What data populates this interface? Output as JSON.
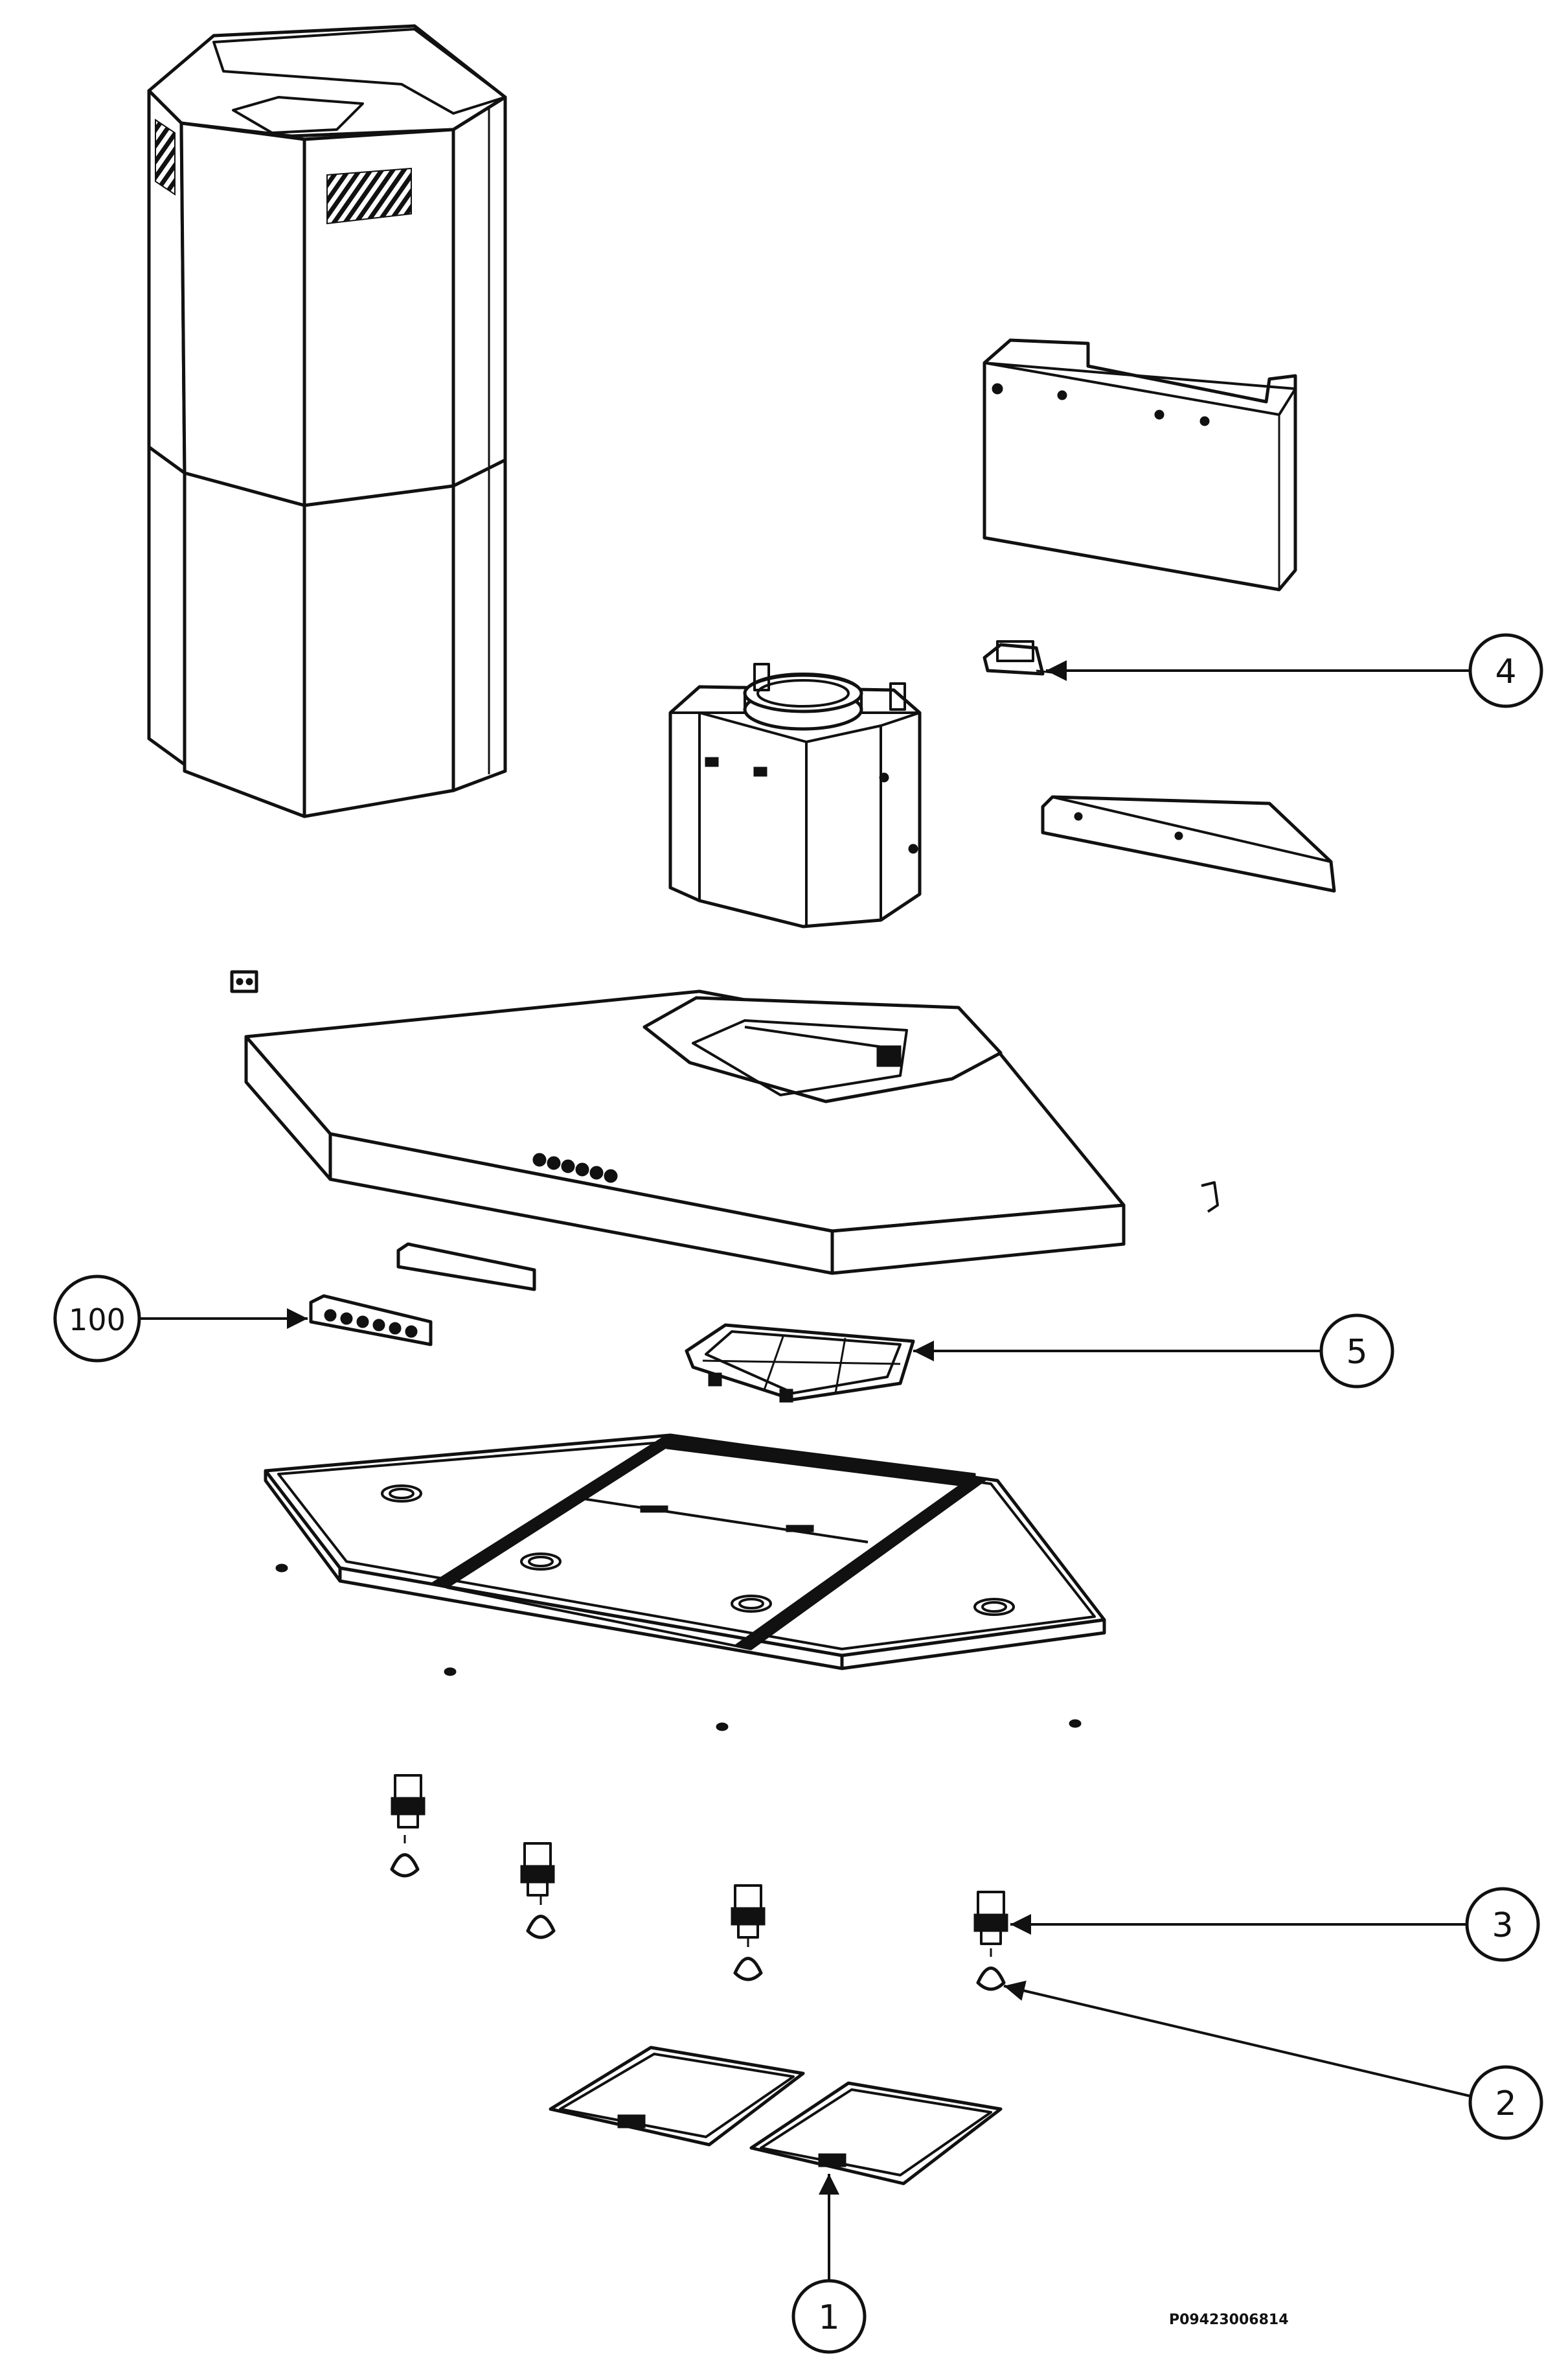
{
  "drawing": {
    "code": "P09423006814"
  },
  "callouts": [
    {
      "id": "1",
      "label": "1"
    },
    {
      "id": "2",
      "label": "2"
    },
    {
      "id": "3",
      "label": "3"
    },
    {
      "id": "4",
      "label": "4"
    },
    {
      "id": "5",
      "label": "5"
    },
    {
      "id": "100",
      "label": "100"
    }
  ]
}
